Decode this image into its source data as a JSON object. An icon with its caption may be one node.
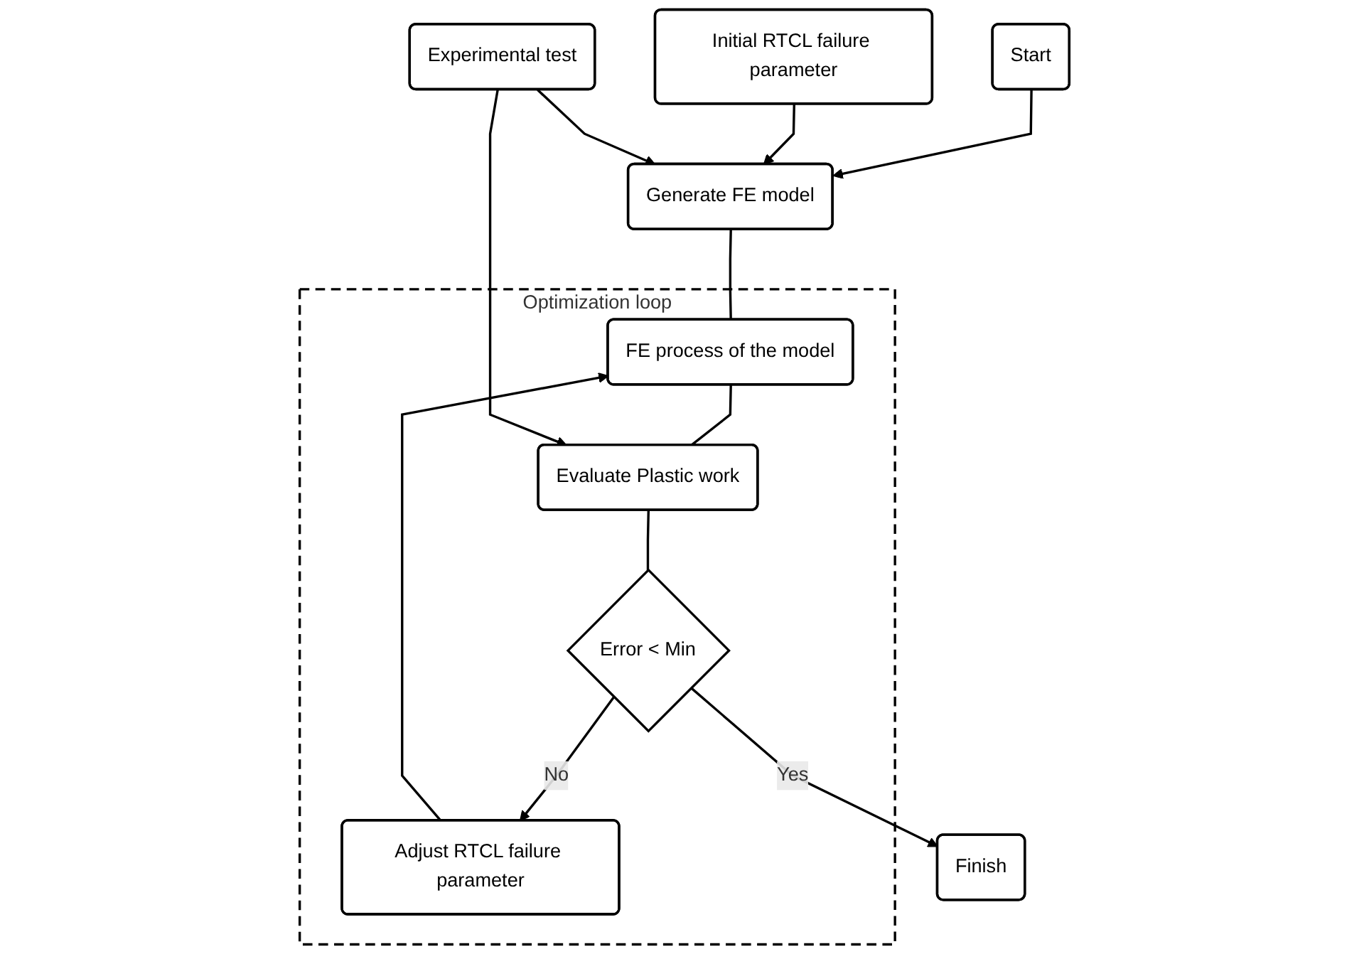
{
  "diagram": {
    "nodes": [
      {
        "text": [
          "Start"
        ]
      },
      {
        "text": [
          "Initial RTCL failure parameter"
        ]
      },
      {
        "text": [
          "Generate FE model"
        ]
      },
      {
        "text": [
          "Experimental test"
        ]
      },
      {
        "text": [
          "Optimization loop"
        ]
      },
      {
        "text": [
          "Adjust RTCL failure parameter"
        ],
        "in": 4
      },
      {
        "text": [
          "FE process of the model"
        ],
        "in": 4
      },
      {
        "text": [
          "Evaluate Plastic work"
        ],
        "in": 4
      },
      {
        "text": [
          "Error < Min"
        ],
        "in": 4
      },
      {
        "text": [
          "Finish"
        ]
      }
    ],
    "edges": [
      {
        "from": 0,
        "to": 2,
        "arrow": "to"
      },
      {
        "from": 1,
        "to": 2,
        "arrow": "to"
      },
      {
        "from": 3,
        "to": 2,
        "arrow": "to"
      },
      {
        "from": 2,
        "to": 6,
        "arrow": "none"
      },
      {
        "from": 5,
        "to": 6,
        "arrow": "to"
      },
      {
        "from": 6,
        "to": 7,
        "arrow": "none"
      },
      {
        "from": 3,
        "to": 7,
        "arrow": "to"
      },
      {
        "from": 7,
        "to": 8,
        "arrow": "none"
      },
      {
        "from": 8,
        "to": 5,
        "arrow": "to",
        "label": "No"
      },
      {
        "from": 8,
        "to": 9,
        "arrow": "to",
        "label": "Yes"
      }
    ]
  }
}
